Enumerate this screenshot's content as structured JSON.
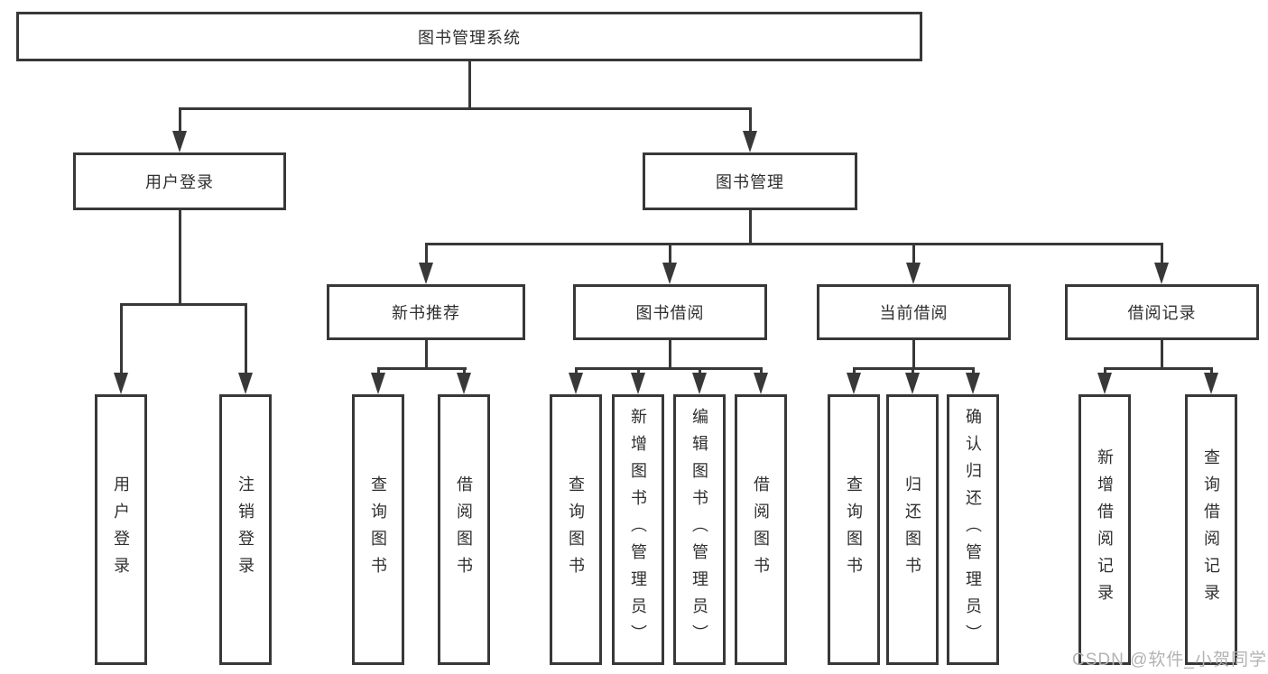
{
  "tree": {
    "label": "图书管理系统",
    "children": [
      {
        "label": "用户登录",
        "children": [
          {
            "label": "用户登录"
          },
          {
            "label": "注销登录"
          }
        ]
      },
      {
        "label": "图书管理",
        "children": [
          {
            "label": "新书推荐",
            "children": [
              {
                "label": "查询图书"
              },
              {
                "label": "借阅图书"
              }
            ]
          },
          {
            "label": "图书借阅",
            "children": [
              {
                "label": "查询图书"
              },
              {
                "label": "新增图书（管理员）"
              },
              {
                "label": "编辑图书（管理员）"
              },
              {
                "label": "借阅图书"
              }
            ]
          },
          {
            "label": "当前借阅",
            "children": [
              {
                "label": "查询图书"
              },
              {
                "label": "归还图书"
              },
              {
                "label": "确认归还（管理员）"
              }
            ]
          },
          {
            "label": "借阅记录",
            "children": [
              {
                "label": "新增借阅记录"
              },
              {
                "label": "查询借阅记录"
              }
            ]
          }
        ]
      }
    ]
  },
  "watermark": {
    "text": "CSDN @软件_小贺同学"
  },
  "colors": {
    "line": "#383838",
    "text": "#2f2f2f",
    "background": "#ffffff",
    "watermark": "#b3b3b3"
  }
}
